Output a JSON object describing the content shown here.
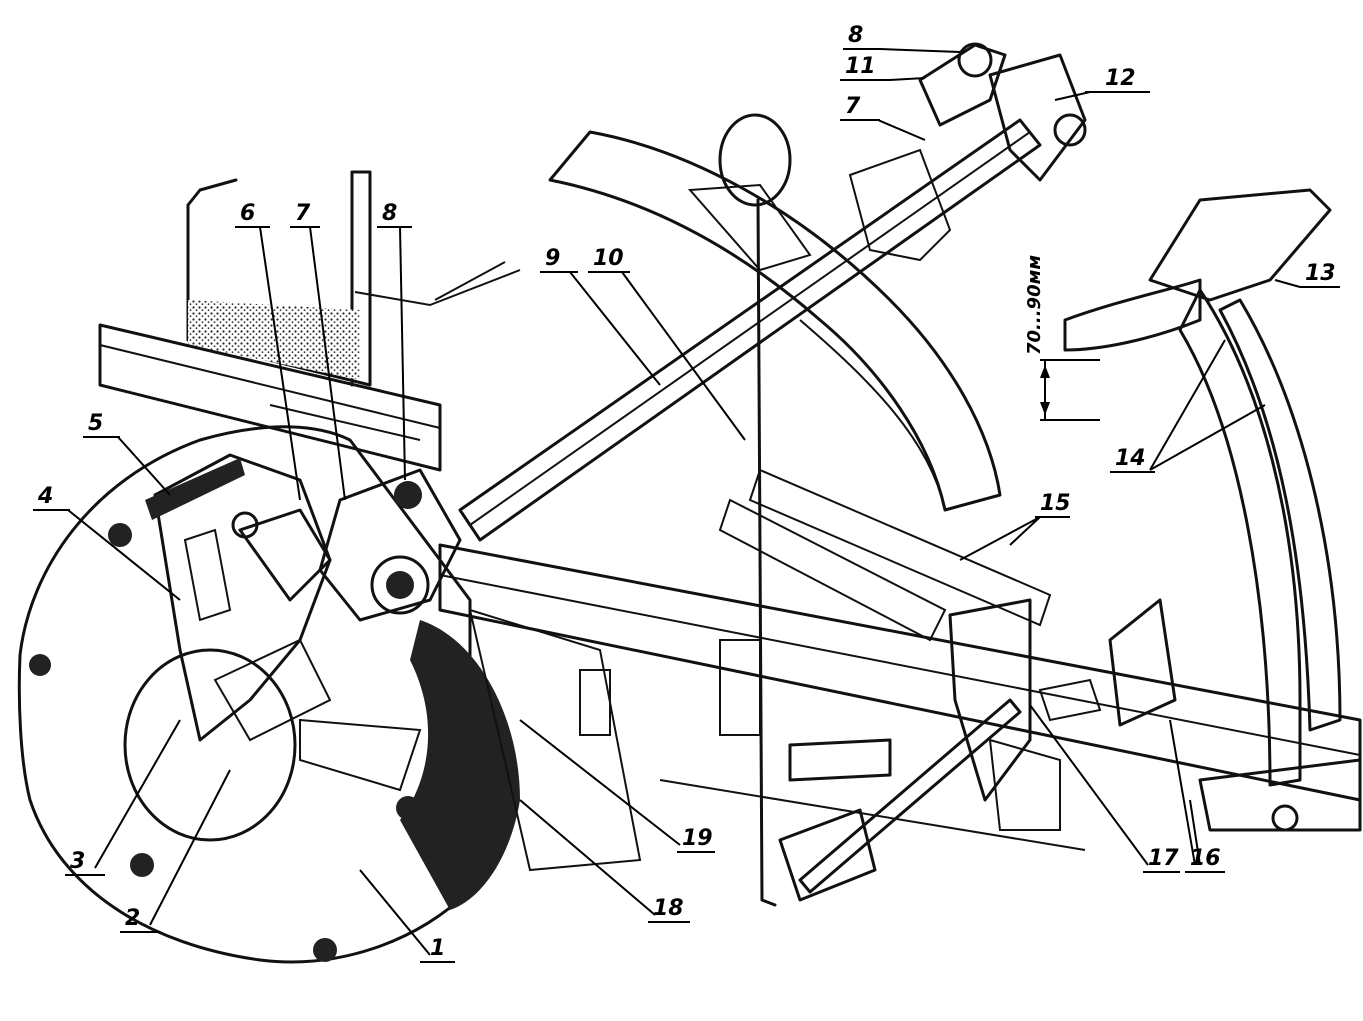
{
  "diagram": {
    "callouts": [
      {
        "id": "c1",
        "label": "1"
      },
      {
        "id": "c2",
        "label": "2"
      },
      {
        "id": "c3",
        "label": "3"
      },
      {
        "id": "c4",
        "label": "4"
      },
      {
        "id": "c5",
        "label": "5"
      },
      {
        "id": "c6",
        "label": "6"
      },
      {
        "id": "c7a",
        "label": "7"
      },
      {
        "id": "c7b",
        "label": "7"
      },
      {
        "id": "c8a",
        "label": "8"
      },
      {
        "id": "c8b",
        "label": "8"
      },
      {
        "id": "c9",
        "label": "9"
      },
      {
        "id": "c10",
        "label": "10"
      },
      {
        "id": "c11",
        "label": "11"
      },
      {
        "id": "c12",
        "label": "12"
      },
      {
        "id": "c13",
        "label": "13"
      },
      {
        "id": "c14",
        "label": "14"
      },
      {
        "id": "c15",
        "label": "15"
      },
      {
        "id": "c16",
        "label": "16"
      },
      {
        "id": "c17",
        "label": "17"
      },
      {
        "id": "c18",
        "label": "18"
      },
      {
        "id": "c19",
        "label": "19"
      }
    ],
    "dimension_label": "70...90мм"
  }
}
